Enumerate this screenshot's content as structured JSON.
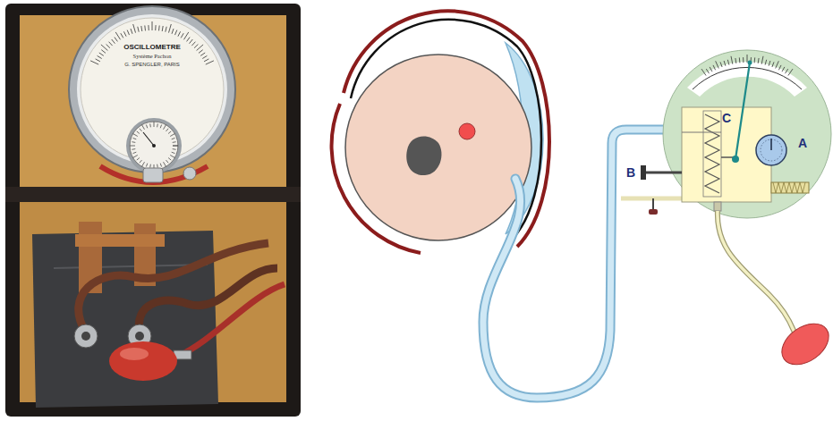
{
  "diagram": {
    "labels": [
      "OSCILLOMETRE",
      "Système Pachon",
      "G. SPENGLER, PARIS",
      "C",
      "A",
      "B"
    ]
  }
}
